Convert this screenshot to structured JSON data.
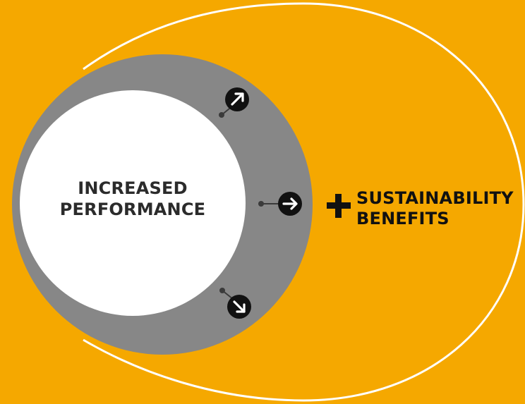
{
  "diagram": {
    "center_line1": "INCREASED",
    "center_line2": "PERFORMANCE",
    "plus_symbol": "+",
    "benefit_line1": "SUSTAINABILITY",
    "benefit_line2": "BENEFITS",
    "arrows": [
      {
        "icon": "arrow-up-right-icon"
      },
      {
        "icon": "arrow-right-icon"
      },
      {
        "icon": "arrow-down-right-icon"
      }
    ]
  },
  "colors": {
    "background": "#F5A800",
    "ring": "#878787",
    "inner_circle": "#FFFFFF",
    "outline": "#FFFFFF",
    "arrow_badge": "#111111",
    "text_dark": "#111111"
  }
}
